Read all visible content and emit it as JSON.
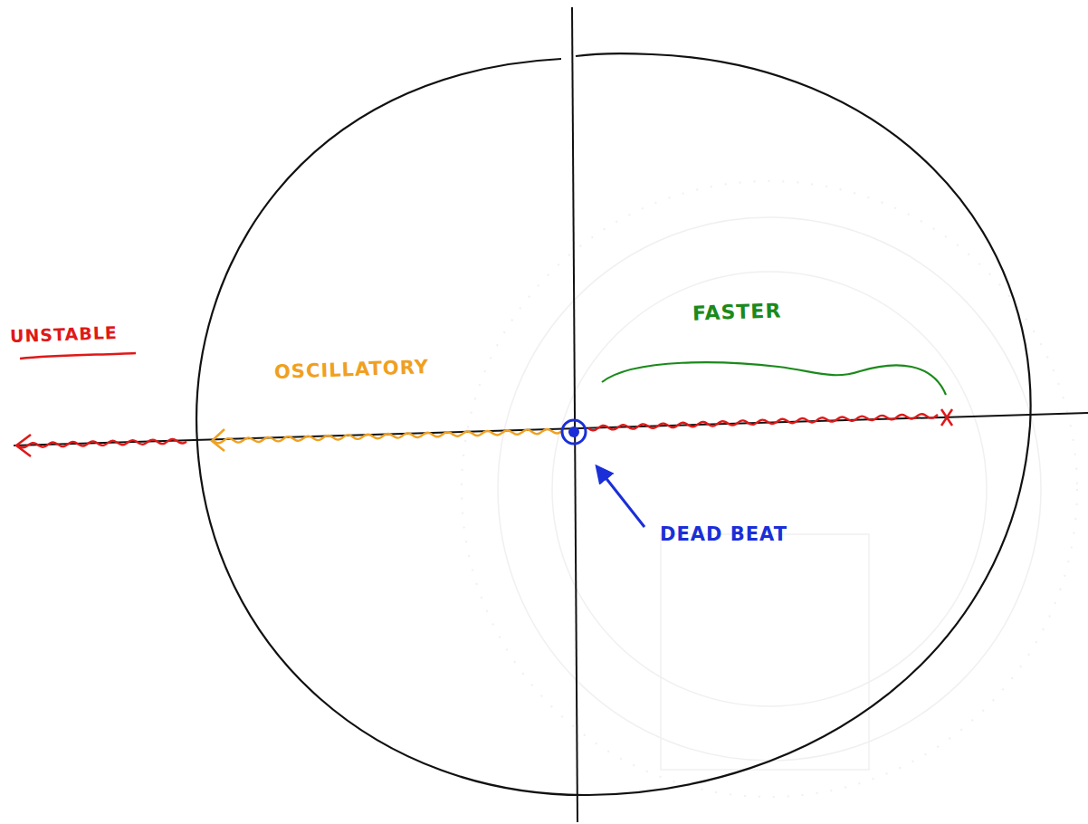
{
  "diagram": {
    "labels": [
      "UNSTABLE",
      "OSCILLATORY",
      "FASTER",
      "DEAD BEAT"
    ]
  }
}
